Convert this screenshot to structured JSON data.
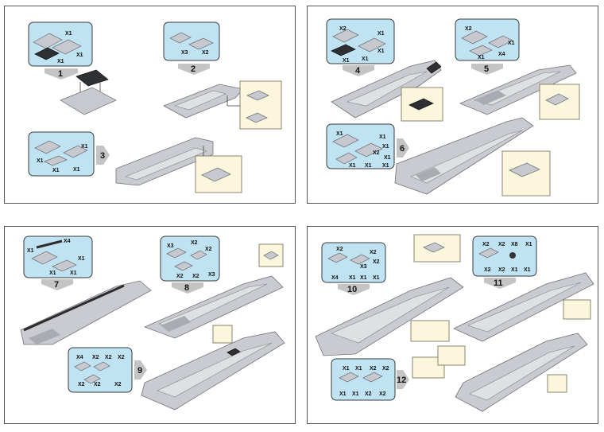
{
  "panels": [
    {
      "steps": [
        "1",
        "2",
        "3"
      ],
      "step1_qty": [
        "X1",
        "X1",
        "X1"
      ],
      "step2_qty": [
        "X3",
        "X2"
      ],
      "step3_qty": [
        "X1",
        "X1",
        "X1",
        "X1"
      ]
    },
    {
      "steps": [
        "4",
        "5",
        "6"
      ],
      "step4_qty": [
        "X2",
        "X1",
        "X1",
        "X1",
        "X1"
      ],
      "step5_qty": [
        "X2",
        "X1",
        "X1",
        "X4"
      ],
      "step6_qty": [
        "X1",
        "X1",
        "X1",
        "X2",
        "X1",
        "X1",
        "X1",
        "X1"
      ]
    },
    {
      "steps": [
        "7",
        "8",
        "9"
      ],
      "step7_qty": [
        "X4",
        "X1",
        "X1",
        "X1",
        "X1"
      ],
      "step8_qty": [
        "X3",
        "X2",
        "X2",
        "X2",
        "X2",
        "X3"
      ],
      "step9_qty": [
        "X4",
        "X2",
        "X2",
        "X2",
        "X2",
        "X2",
        "X2"
      ]
    },
    {
      "steps": [
        "10",
        "11",
        "12"
      ],
      "step10_qty": [
        "X2",
        "X2",
        "X2",
        "X3",
        "X4",
        "X1",
        "X1",
        "X1"
      ],
      "step11_qty": [
        "X2",
        "X2",
        "X8",
        "X1",
        "X2",
        "X2",
        "X1",
        "X1"
      ],
      "step12_qty": [
        "X1",
        "X1",
        "X2",
        "X2",
        "X1",
        "X1",
        "X2",
        "X2"
      ]
    }
  ]
}
